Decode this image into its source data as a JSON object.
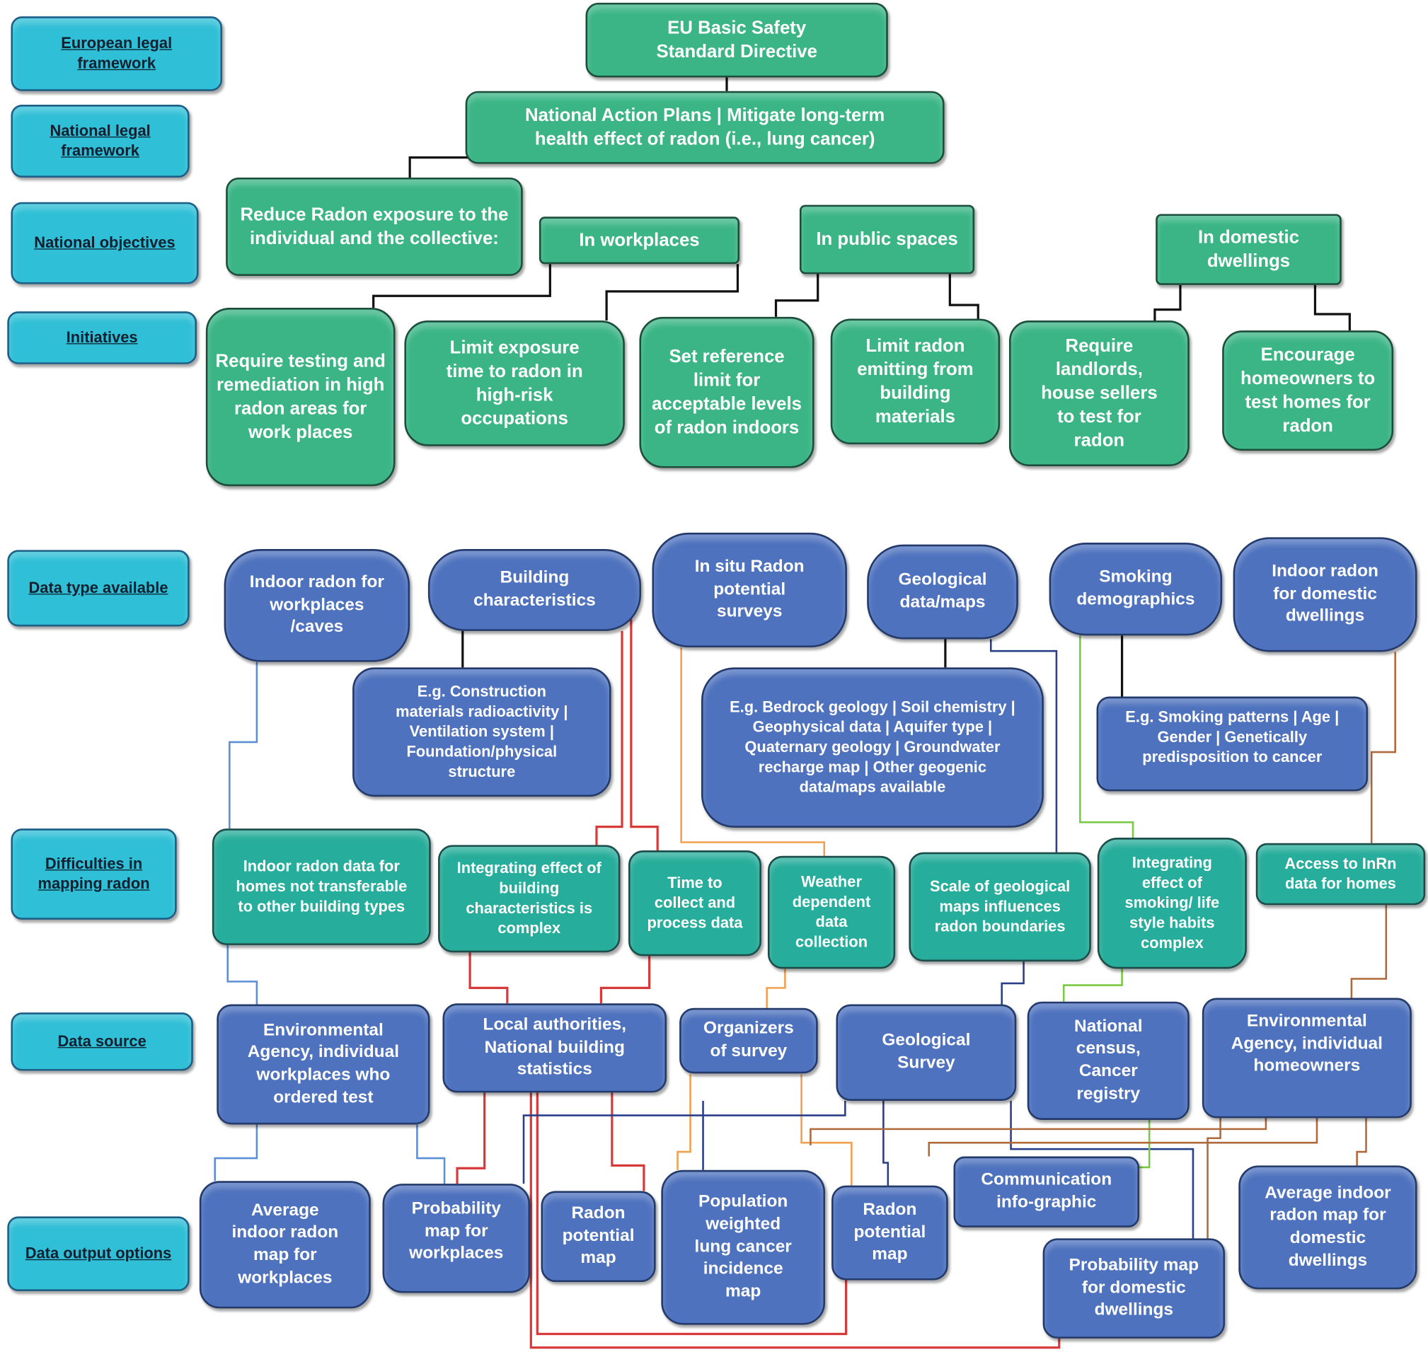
{
  "row_labels": {
    "european_legal": "European legal framework",
    "national_legal": "National legal framework",
    "national_objectives": "National objectives",
    "initiatives": "Initiatives",
    "data_type": "Data type available",
    "difficulties": "Difficulties in mapping radon",
    "data_source": "Data source",
    "data_output": "Data output options"
  },
  "framework": {
    "eu": "EU Basic Safety Standard Directive",
    "nap": "National Action Plans | Mitigate long-term health effect of radon (i.e., lung cancer)",
    "objective": "Reduce Radon exposure to the individual and the collective:",
    "workplaces": "In workplaces",
    "public": "In public spaces",
    "domestic": "In domestic dwellings"
  },
  "initiatives": [
    "Require testing and remediation in high radon areas for work places",
    "Limit exposure time to radon in high-risk occupations",
    "Set reference limit for acceptable levels of radon indoors",
    "Limit radon emitting from building materials",
    "Require landlords, house sellers to test for radon",
    "Encourage homeowners to test homes for radon"
  ],
  "data_types": [
    "Indoor radon for workplaces /caves",
    "Building characteristics",
    "In situ Radon potential surveys",
    "Geological data/maps",
    "Smoking demographics",
    "Indoor radon for domestic dwellings"
  ],
  "examples": [
    "E.g. Construction materials radioactivity | Ventilation system | Foundation/physical structure",
    "E.g. Bedrock geology | Soil chemistry | Geophysical data | Aquifer type | Quaternary geology | Groundwater recharge map | Other geogenic data/maps available",
    "E.g. Smoking patterns  | Age | Gender | Genetically predisposition to cancer"
  ],
  "difficulties": [
    "Indoor radon data for homes not transferable to other building types",
    "Integrating effect of building characteristics is complex",
    "Time to collect and process data",
    "Weather dependent data collection",
    "Scale of geological maps influences radon boundaries",
    "Integrating effect of smoking/ life style habits complex",
    "Access to InRn data for homes"
  ],
  "sources": [
    "Environmental Agency, individual workplaces who ordered test",
    "Local authorities, National building statistics",
    "Organizers of survey",
    "Geological Survey",
    "National census, Cancer registry",
    "Environmental Agency, individual homeowners"
  ],
  "outputs": [
    "Average indoor radon map for workplaces",
    "Probability map for workplaces",
    "Radon potential map",
    "Population weighted lung cancer incidence map",
    "Radon potential map",
    "Communication info-graphic",
    "Probability map for domestic dwellings",
    "Average indoor radon map for domestic dwellings"
  ],
  "colors": {
    "label": "#2fbfd6",
    "green": "#3bb586",
    "teal": "#27ad9b",
    "blue": "#4e72be",
    "wire_light_blue": "#5b8fd6",
    "wire_red": "#d83a3a",
    "wire_orange": "#f0a050",
    "wire_navy": "#2a3f8a",
    "wire_green": "#7ac943",
    "wire_brown": "#b06a3a"
  }
}
